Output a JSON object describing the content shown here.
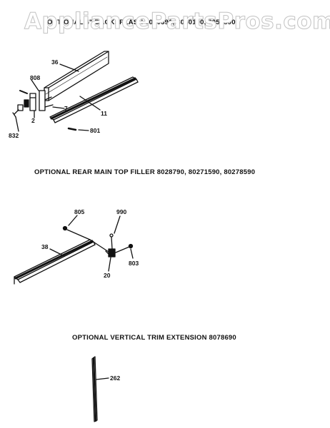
{
  "watermark": "AppliancePartsPros.com",
  "sections": [
    {
      "heading": "OPTIONAL 4\" BACKSPLASH 8050591, 8050190, 8050890",
      "callouts": [
        "36",
        "808",
        "7",
        "11",
        "2",
        "832",
        "801"
      ]
    },
    {
      "heading": "OPTIONAL REAR MAIN TOP FILLER 8028790, 80271590, 80278590",
      "callouts": [
        "805",
        "990",
        "38",
        "20",
        "803"
      ]
    },
    {
      "heading": "OPTIONAL VERTICAL TRIM EXTENSION 8078690",
      "callouts": [
        "262"
      ]
    }
  ]
}
